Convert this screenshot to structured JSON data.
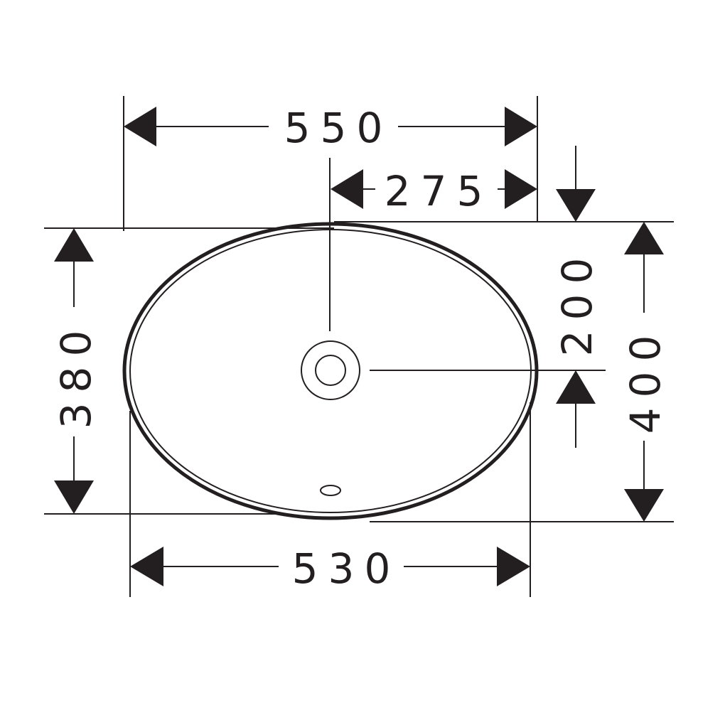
{
  "dimensions": {
    "overall_width": "550",
    "center_offset": "275",
    "rim_top_to_drain": "200",
    "overall_depth": "400",
    "inner_depth": "380",
    "bottom_width": "530"
  },
  "colors": {
    "ink": "#231f20",
    "background": "#ffffff"
  }
}
